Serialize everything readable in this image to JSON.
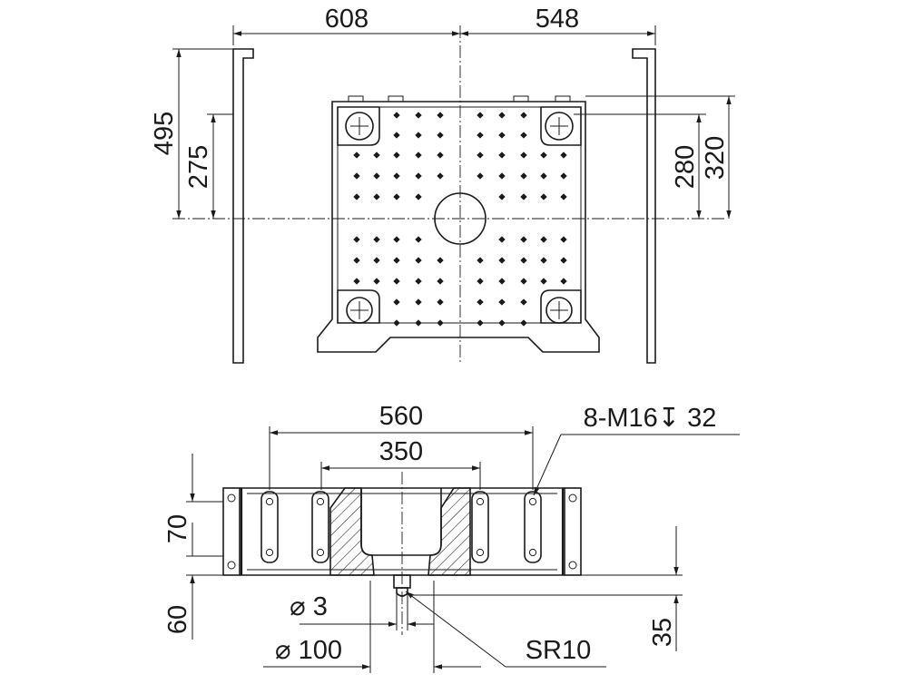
{
  "dimensions": {
    "top_width_left": "608",
    "top_width_right": "548",
    "top_height_outer_left": "495",
    "top_height_inner_left": "275",
    "top_height_inner_right": "280",
    "top_height_outer_right": "320",
    "bottom_width_outer": "560",
    "bottom_width_inner": "350",
    "thread_callout": "8-M16↧ 32",
    "bottom_height_left_upper": "70",
    "bottom_height_left_lower": "60",
    "bottom_height_right": "35",
    "diameter_small": "⌀ 3",
    "diameter_large": "⌀ 100",
    "sphere_radius": "SR10"
  },
  "colors": {
    "line": "#1a1a1a",
    "background": "#ffffff"
  }
}
